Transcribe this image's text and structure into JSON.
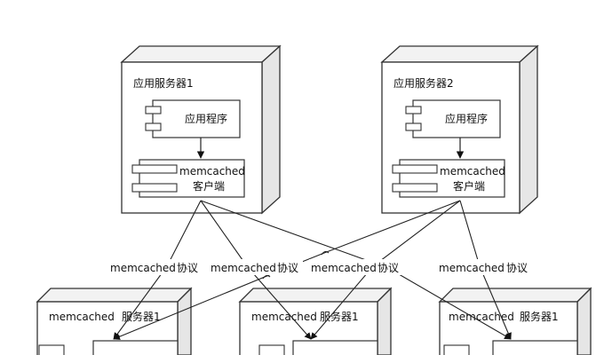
{
  "app_servers": [
    {
      "title": "应用服务器1",
      "app_label": "应用程序",
      "client_line1": "memcached",
      "client_line2": "客户端"
    },
    {
      "title": "应用服务器2",
      "app_label": "应用程序",
      "client_line1": "memcached",
      "client_line2": "客户端"
    }
  ],
  "mem_servers": [
    {
      "title_left": "memcached",
      "title_right": "服务器1"
    },
    {
      "title_left": "memcached",
      "title_right": "服务器1"
    },
    {
      "title_left": "memcached",
      "title_right": "服务器1"
    }
  ],
  "protocol_labels": [
    {
      "word": "memcached",
      "suffix": "协议"
    },
    {
      "word": "memcached",
      "suffix": "协议"
    },
    {
      "word": "memcached",
      "suffix": "协议"
    },
    {
      "word": "memcached",
      "suffix": "协议"
    }
  ],
  "colors": {
    "line": "#222222",
    "box_face": "#ffffff",
    "box_side": "#e8e8e8",
    "box_top": "#f2f2f2"
  }
}
